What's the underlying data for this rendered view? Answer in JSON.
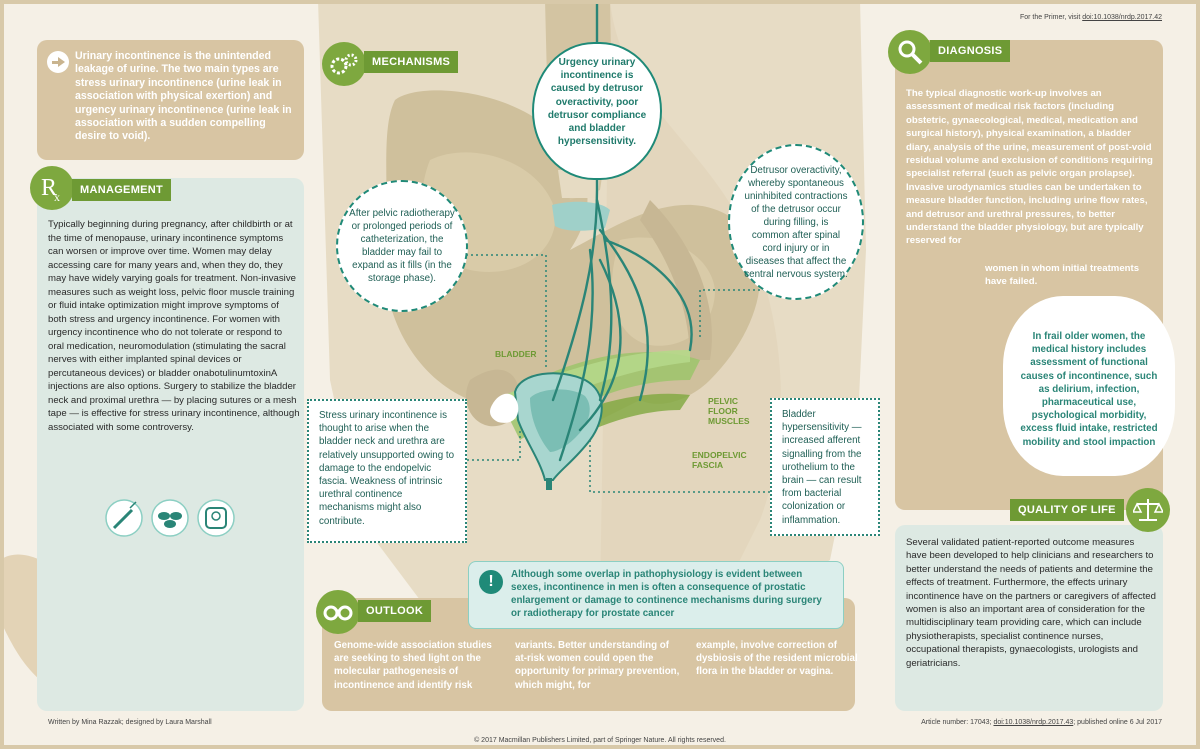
{
  "header": {
    "primer_prefix": "For the Primer, visit ",
    "primer_link": "doi:10.1038/nrdp.2017.42"
  },
  "intro": {
    "text": "Urinary incontinence is the unintended leakage of urine. The two main types are stress urinary incontinence (urine leak in association with physical exertion) and urgency urinary incontinence (urine leak in association with a sudden compelling desire to void)."
  },
  "management": {
    "title": "MANAGEMENT",
    "icon": "rx-icon",
    "text": "Typically beginning during pregnancy, after childbirth or at the time of menopause, urinary incontinence symptoms can worsen or improve over time. Women may delay accessing care for many years and, when they do, they may have widely varying goals for treatment. Non-invasive measures such as weight loss, pelvic floor muscle training or fluid intake optimization might improve symptoms of both stress and urgency incontinence. For women with urgency incontinence who do not tolerate or respond to oral medication, neuromodulation (stimulating the sacral nerves with either implanted spinal devices or percutaneous devices) or bladder onabotulinumtoxinA injections are also options. Surgery to stabilize the bladder neck and proximal urethra — by placing sutures or a mesh tape — is effective for stress urinary incontinence, although associated with some controversy.",
    "icons": [
      "syringe-icon",
      "pills-icon",
      "scale-icon"
    ]
  },
  "mechanisms": {
    "title": "MECHANISMS",
    "urgency": "Urgency urinary incontinence is caused by detrusor overactivity, poor detrusor compliance and bladder hypersensitivity.",
    "radiotherapy": "After pelvic radiotherapy or prolonged periods of catheterization, the bladder may fail to expand as it fills (in the storage phase).",
    "detrusor": "Detrusor overactivity, whereby spontaneous uninhibited contractions of the detrusor occur during filling, is common after spinal cord injury or in diseases that affect the central nervous system.",
    "stress": "Stress urinary incontinence is thought to arise when the bladder neck and urethra are relatively unsupported owing to damage to the endopelvic fascia. Weakness of intrinsic urethral continence mechanisms might also contribute.",
    "hypersensitivity": "Bladder hypersensitivity — increased afferent signalling from the urothelium to the brain — can result from bacterial colonization or inflammation.",
    "labels": {
      "bladder": "BLADDER",
      "pelvic_floor": "PELVIC FLOOR MUSCLES",
      "endopelvic": "ENDOPELVIC FASCIA"
    }
  },
  "diagnosis": {
    "title": "DIAGNOSIS",
    "text": "The typical diagnostic work-up involves an assessment of medical risk factors (including obstetric, gynaecological, medical, medication and surgical history), physical examination, a bladder diary, analysis of the urine, measurement of post-void residual volume and exclusion of conditions requiring specialist referral (such as pelvic organ prolapse). Invasive urodynamics studies can be undertaken to measure bladder function, including urine flow rates, and detrusor and urethral pressures, to better understand the bladder physiology, but are typically reserved for",
    "text_end": "women in whom initial treatments have failed.",
    "frail": "In frail older women, the medical history includes assessment of functional causes of incontinence, such as delirium, infection, pharmaceutical use, psychological morbidity, excess fluid intake, restricted mobility and stool impaction"
  },
  "quality_of_life": {
    "title": "QUALITY OF LIFE",
    "text": "Several validated patient-reported outcome measures have been developed to help clinicians and researchers to better understand the needs of patients and determine the effects of treatment. Furthermore, the effects urinary incontinence have on the partners or caregivers of affected women is also an important area of consideration for the multidisciplinary team providing care, which can include physiotherapists, specialist continence nurses, occupational therapists, gynaecologists, urologists and geriatricians."
  },
  "outlook": {
    "title": "OUTLOOK",
    "col1": "Genome-wide association studies are seeking to shed light on the molecular pathogenesis of incontinence and identify risk",
    "col2": "variants. Better understanding of at-risk women could open the opportunity for primary prevention, which might, for",
    "col3": "example, involve correction of dysbiosis of the resident microbial flora in the bladder or vagina."
  },
  "alert": {
    "text": "Although some overlap in pathophysiology is evident between sexes, incontinence in men is often a consequence of prostatic enlargement or damage to continence mechanisms during surgery or radiotherapy for prostate cancer"
  },
  "footer": {
    "credits": "Written by Mina Razzak; designed by Laura Marshall",
    "copyright": "© 2017 Macmillan Publishers Limited, part of Springer Nature. All rights reserved.",
    "article_prefix": "Article number: 17043; ",
    "article_link": "doi:10.1038/nrdp.2017.43",
    "article_suffix": "; published online 6 Jul 2017"
  },
  "colors": {
    "green": "#6e9a34",
    "teal": "#1f8a78",
    "tan": "#d8c5a3",
    "mint": "#dde9e3"
  }
}
